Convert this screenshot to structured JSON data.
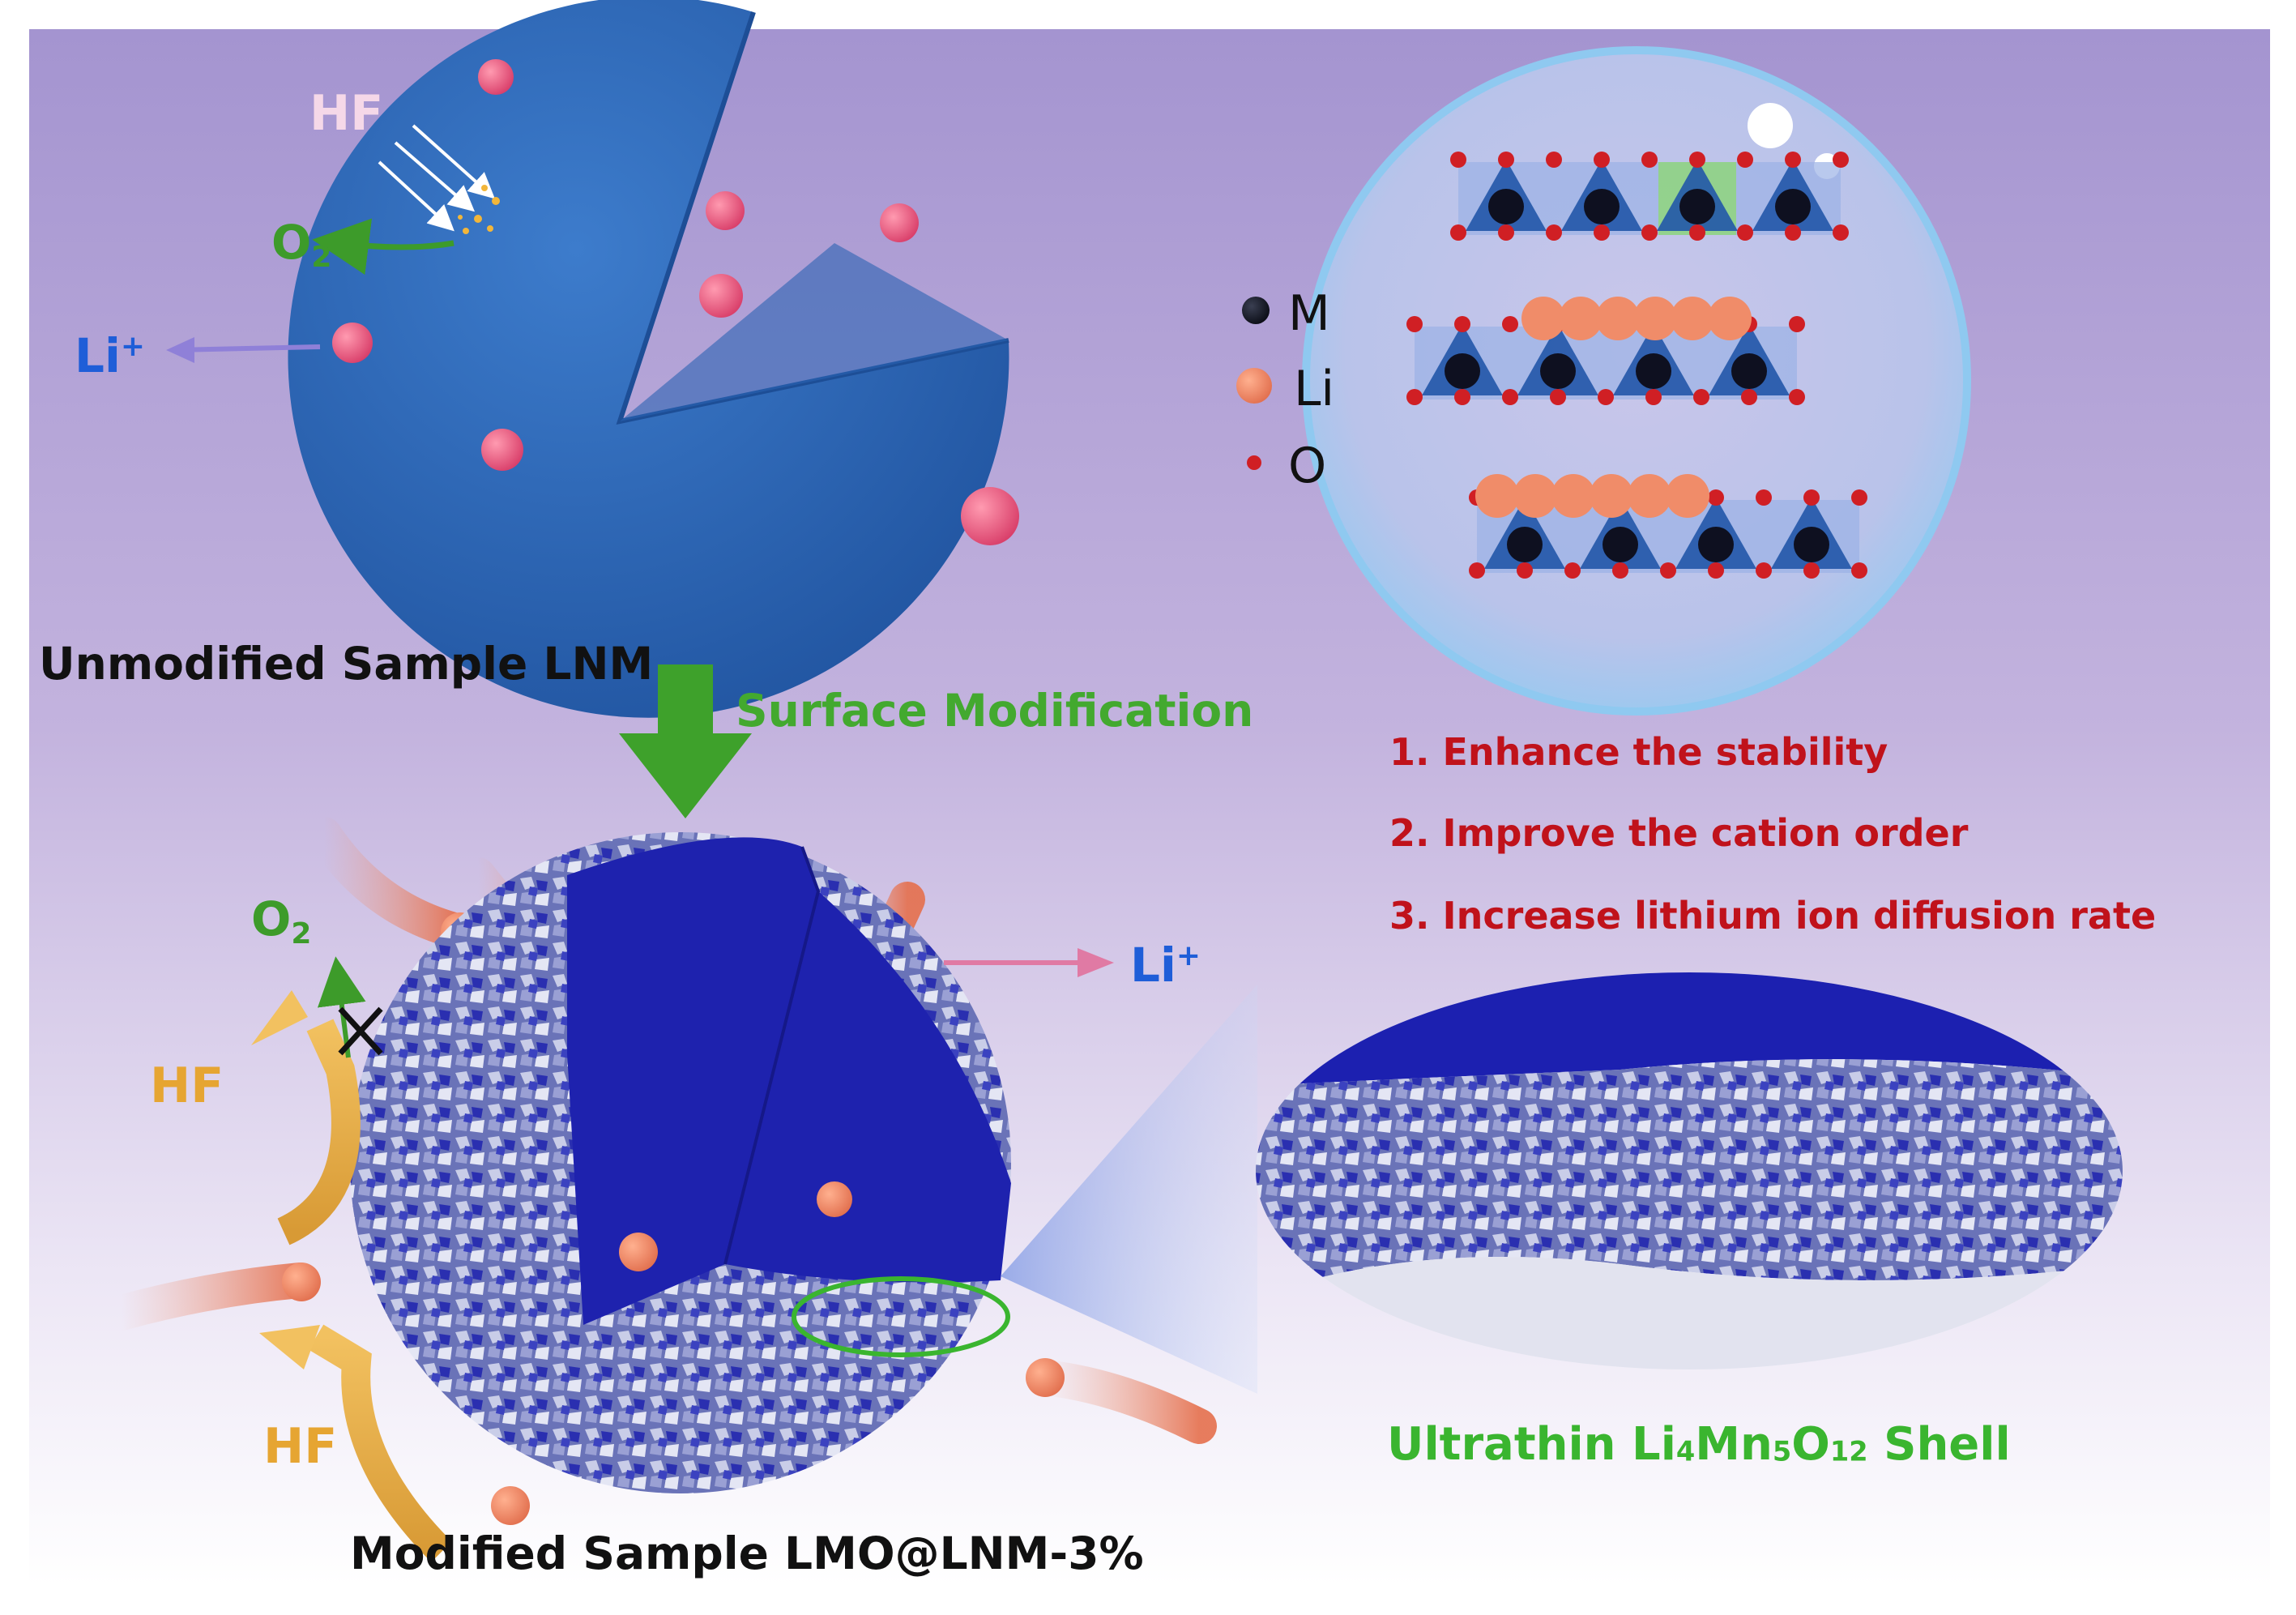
{
  "top": {
    "hf_label": "HF",
    "o2_main": "O",
    "o2_sub": "2",
    "li_main": "Li",
    "li_sup": "+",
    "caption": "Unmodified Sample LNM"
  },
  "arrow": {
    "label": "Surface Modification"
  },
  "bottom": {
    "o2_main": "O",
    "o2_sub": "2",
    "li_main": "Li",
    "li_sup": "+",
    "hf_upper": "HF",
    "hf_lower": "HF",
    "caption": "Modified Sample LMO@LNM-3%"
  },
  "legend": {
    "m": "M",
    "li": "Li",
    "o": "O"
  },
  "benefits": [
    "1. Enhance the stability",
    "2. Improve the cation order",
    "3. Increase lithium ion diffusion rate"
  ],
  "shell": {
    "p1": "Ultrathin Li",
    "s1": "4",
    "p2": "Mn",
    "s2": "5",
    "p3": "O",
    "s3": "12",
    "p4": " Shell"
  },
  "colors": {
    "background_top": "#a896d2",
    "background_bottom": "#ffffff",
    "particle_blue": "#2f67b6",
    "core_blue": "#1b1fa8",
    "green_arrow": "#3d9b2a",
    "benefit_red": "#c0121b",
    "shell_green": "#3ab52f",
    "li_blue": "#1f5ed8",
    "hf_orange": "#e6a532",
    "li_ion_orange": "#f29272"
  }
}
